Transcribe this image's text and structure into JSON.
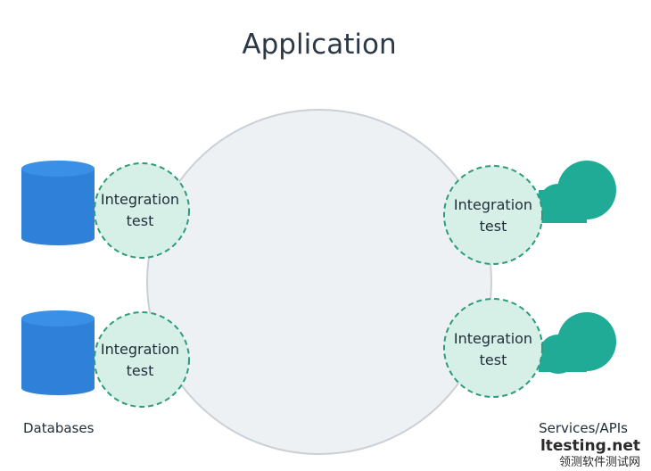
{
  "title": "Application",
  "tests": [
    {
      "label_line1": "Integration",
      "label_line2": "test"
    },
    {
      "label_line1": "Integration",
      "label_line2": "test"
    },
    {
      "label_line1": "Integration",
      "label_line2": "test"
    },
    {
      "label_line1": "Integration",
      "label_line2": "test"
    }
  ],
  "labels": {
    "databases": "Databases",
    "services": "Services/APIs"
  },
  "watermark": {
    "main": "ltesting.net",
    "sub": "领测软件测试网"
  },
  "colors": {
    "app_circle_fill": "#eef1f4",
    "app_circle_stroke": "#c9d0d6",
    "test_fill": "#d6f0e8",
    "test_stroke": "#2e9b7c",
    "database": "#2f80d8",
    "database_top": "#3a8fe6",
    "cloud": "#20ab96",
    "title": "#2b3845"
  },
  "icons": {
    "databases": "database-icon",
    "services": "cloud-icon"
  }
}
